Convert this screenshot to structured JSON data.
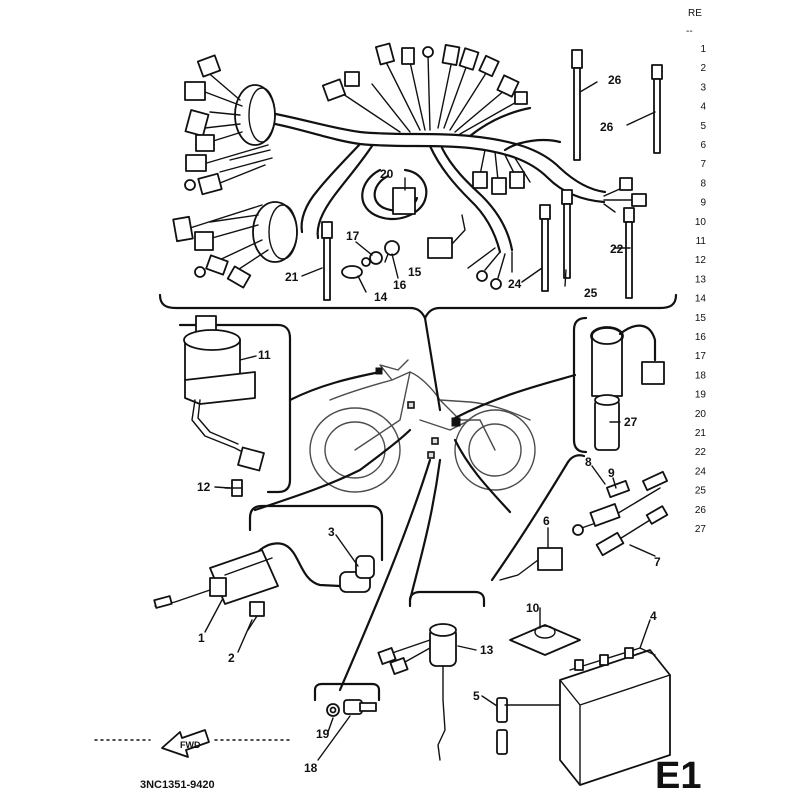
{
  "page_id": "E1",
  "catalog_code": "3NC1351-9420",
  "fwd_label": "FWD",
  "index_header": "RE",
  "index_dashes": "--",
  "index_numbers": [
    "1",
    "2",
    "3",
    "4",
    "5",
    "6",
    "7",
    "8",
    "9",
    "10",
    "11",
    "12",
    "13",
    "14",
    "15",
    "16",
    "17",
    "18",
    "19",
    "20",
    "21",
    "22",
    "24",
    "25",
    "26",
    "27"
  ],
  "callouts": {
    "1": "1",
    "2": "2",
    "3": "3",
    "4": "4",
    "5": "5",
    "6": "6",
    "7": "7",
    "8": "8",
    "9": "9",
    "10": "10",
    "11": "11",
    "12": "12",
    "13": "13",
    "14": "14",
    "15": "15",
    "16": "16",
    "17": "17",
    "18": "18",
    "19": "19",
    "20": "20",
    "21": "21",
    "22": "22",
    "24": "24",
    "25": "25",
    "26a": "26",
    "26b": "26",
    "27": "27"
  }
}
